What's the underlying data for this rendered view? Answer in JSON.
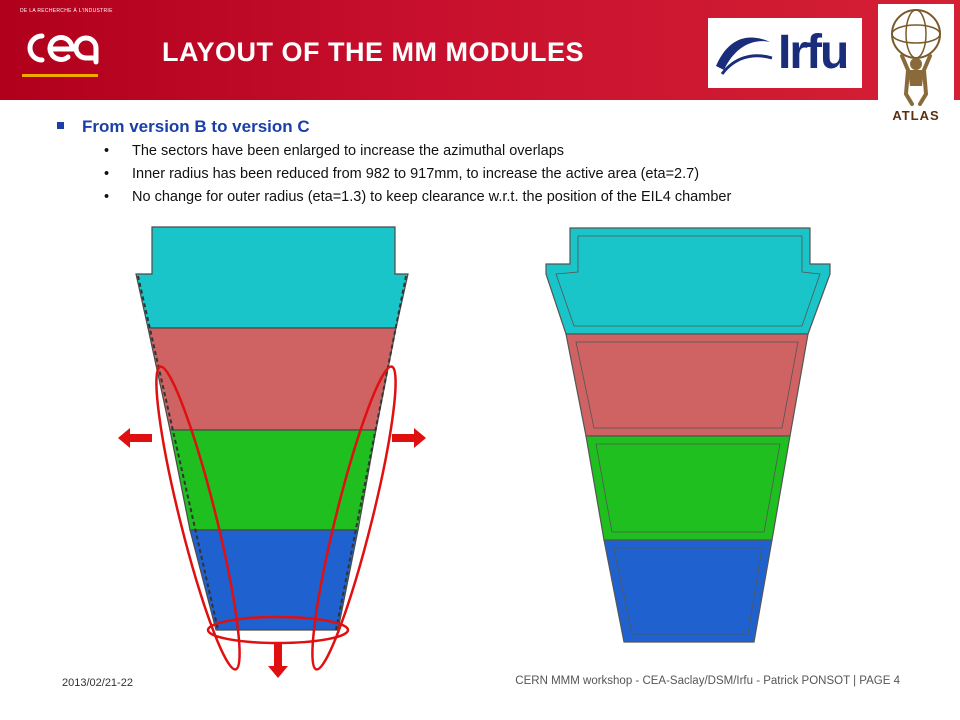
{
  "header": {
    "org_tagline": "DE LA RECHERCHE À L'INDUSTRIE",
    "org_logo_text": "cea",
    "title": "LAYOUT OF THE MM MODULES",
    "partner_logo_text": "Irfu",
    "experiment_logo_text": "ATLAS"
  },
  "content": {
    "main_bullet": "From version B to version C",
    "sub_bullets": [
      "The sectors have been enlarged to increase the azimuthal overlaps",
      "Inner radius has been reduced from 982 to 917mm, to increase the active area (eta=2.7)",
      "No change for outer radius (eta=1.3) to keep clearance w.r.t. the position of the EIL4 chamber"
    ]
  },
  "colors": {
    "header_red": "#c8102e",
    "module_cyan": "#19c5c8",
    "module_red": "#cf6262",
    "module_green": "#1fbf1f",
    "module_blue": "#1f62cf",
    "annotation_red": "#e01010"
  },
  "footer": {
    "date": "2013/02/21-22",
    "info": "CERN MMM workshop  -  CEA-Saclay/DSM/Irfu  -  Patrick PONSOT | PAGE 4"
  }
}
